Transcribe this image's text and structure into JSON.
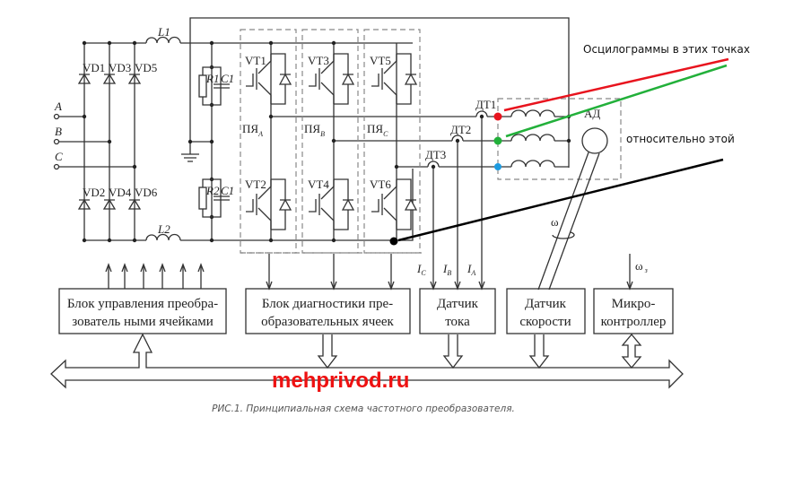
{
  "inputs": [
    "A",
    "B",
    "C"
  ],
  "diodes_top": [
    "VD1",
    "VD3",
    "VD5"
  ],
  "diodes_bottom": [
    "VD2",
    "VD4",
    "VD6"
  ],
  "inductors": [
    "L1",
    "L2"
  ],
  "rc": [
    {
      "r": "R1",
      "c": "C1"
    },
    {
      "r": "R2",
      "c": "C1"
    }
  ],
  "transistors_top": [
    "VT1",
    "VT3",
    "VT5"
  ],
  "transistors_bottom": [
    "VT2",
    "VT4",
    "VT6"
  ],
  "cells": [
    {
      "main": "ПЯ",
      "sub": "A"
    },
    {
      "main": "ПЯ",
      "sub": "B"
    },
    {
      "main": "ПЯ",
      "sub": "C"
    }
  ],
  "current_sensors": [
    "ДТ1",
    "ДТ2",
    "ДТ3"
  ],
  "motor_label": "АД",
  "omega": "ω",
  "omega_ref": {
    "main": "ω",
    "sub": "з"
  },
  "currents": [
    {
      "main": "I",
      "sub": "C"
    },
    {
      "main": "I",
      "sub": "B"
    },
    {
      "main": "I",
      "sub": "A"
    }
  ],
  "blocks": [
    {
      "line1": "Блок  управления преобра-",
      "line2": "зователь ными ячейками"
    },
    {
      "line1": "Блок диагностики пре-",
      "line2": "образовательных ячеек"
    },
    {
      "line1": "Датчик",
      "line2": "тока"
    },
    {
      "line1": "Датчик",
      "line2": "скорости"
    },
    {
      "line1": "Микро-",
      "line2": "контроллер"
    }
  ],
  "annotations": {
    "oscillograms": "Осцилограммы в этих точках",
    "relative": "относительно этой",
    "colors": {
      "red": "#e8141e",
      "green": "#22b03a",
      "blue": "#1e9be0",
      "black": "#000000"
    }
  },
  "watermark": "mehprivod.ru",
  "caption": "РИС.1. Принципиальная схема частотного преобразователя."
}
